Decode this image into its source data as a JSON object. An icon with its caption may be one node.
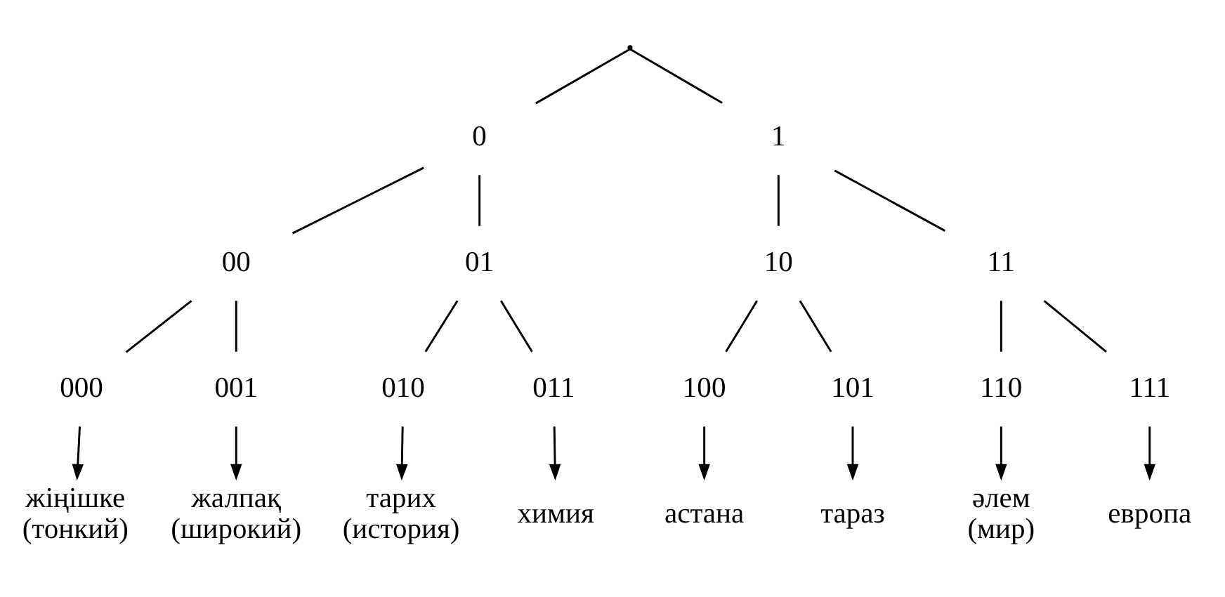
{
  "diagram": {
    "nodes": [
      {
        "text": [],
        "shape": "point"
      },
      {
        "text": [
          "0"
        ]
      },
      {
        "text": [
          "1"
        ]
      },
      {
        "text": [
          "00"
        ]
      },
      {
        "text": [
          "01"
        ]
      },
      {
        "text": [
          "10"
        ]
      },
      {
        "text": [
          "11"
        ]
      },
      {
        "text": [
          "000"
        ]
      },
      {
        "text": [
          "001"
        ]
      },
      {
        "text": [
          "010"
        ]
      },
      {
        "text": [
          "011"
        ]
      },
      {
        "text": [
          "100"
        ]
      },
      {
        "text": [
          "101"
        ]
      },
      {
        "text": [
          "110"
        ]
      },
      {
        "text": [
          "111"
        ]
      },
      {
        "text": [
          "жіңішке",
          "(тонкий)"
        ]
      },
      {
        "text": [
          "жалпақ",
          "(широкий)"
        ]
      },
      {
        "text": [
          "тарих",
          "(история)"
        ]
      },
      {
        "text": [
          "химия"
        ]
      },
      {
        "text": [
          "астана"
        ]
      },
      {
        "text": [
          "тараз"
        ]
      },
      {
        "text": [
          "әлем",
          "(мир)"
        ]
      },
      {
        "text": [
          "европа"
        ]
      }
    ],
    "edges": [
      {
        "from": 0,
        "to": 1,
        "arrow": "none"
      },
      {
        "from": 0,
        "to": 2,
        "arrow": "none"
      },
      {
        "from": 1,
        "to": 3,
        "arrow": "none"
      },
      {
        "from": 1,
        "to": 4,
        "arrow": "none"
      },
      {
        "from": 2,
        "to": 5,
        "arrow": "none"
      },
      {
        "from": 2,
        "to": 6,
        "arrow": "none"
      },
      {
        "from": 3,
        "to": 7,
        "arrow": "none"
      },
      {
        "from": 3,
        "to": 8,
        "arrow": "none"
      },
      {
        "from": 4,
        "to": 9,
        "arrow": "none"
      },
      {
        "from": 4,
        "to": 10,
        "arrow": "none"
      },
      {
        "from": 5,
        "to": 11,
        "arrow": "none"
      },
      {
        "from": 5,
        "to": 12,
        "arrow": "none"
      },
      {
        "from": 6,
        "to": 13,
        "arrow": "none"
      },
      {
        "from": 6,
        "to": 14,
        "arrow": "none"
      },
      {
        "from": 7,
        "to": 15,
        "arrow": "to"
      },
      {
        "from": 8,
        "to": 16,
        "arrow": "to"
      },
      {
        "from": 9,
        "to": 17,
        "arrow": "to"
      },
      {
        "from": 10,
        "to": 18,
        "arrow": "to"
      },
      {
        "from": 11,
        "to": 19,
        "arrow": "to"
      },
      {
        "from": 12,
        "to": 20,
        "arrow": "to"
      },
      {
        "from": 13,
        "to": 21,
        "arrow": "to"
      },
      {
        "from": 14,
        "to": 22,
        "arrow": "to"
      }
    ]
  }
}
